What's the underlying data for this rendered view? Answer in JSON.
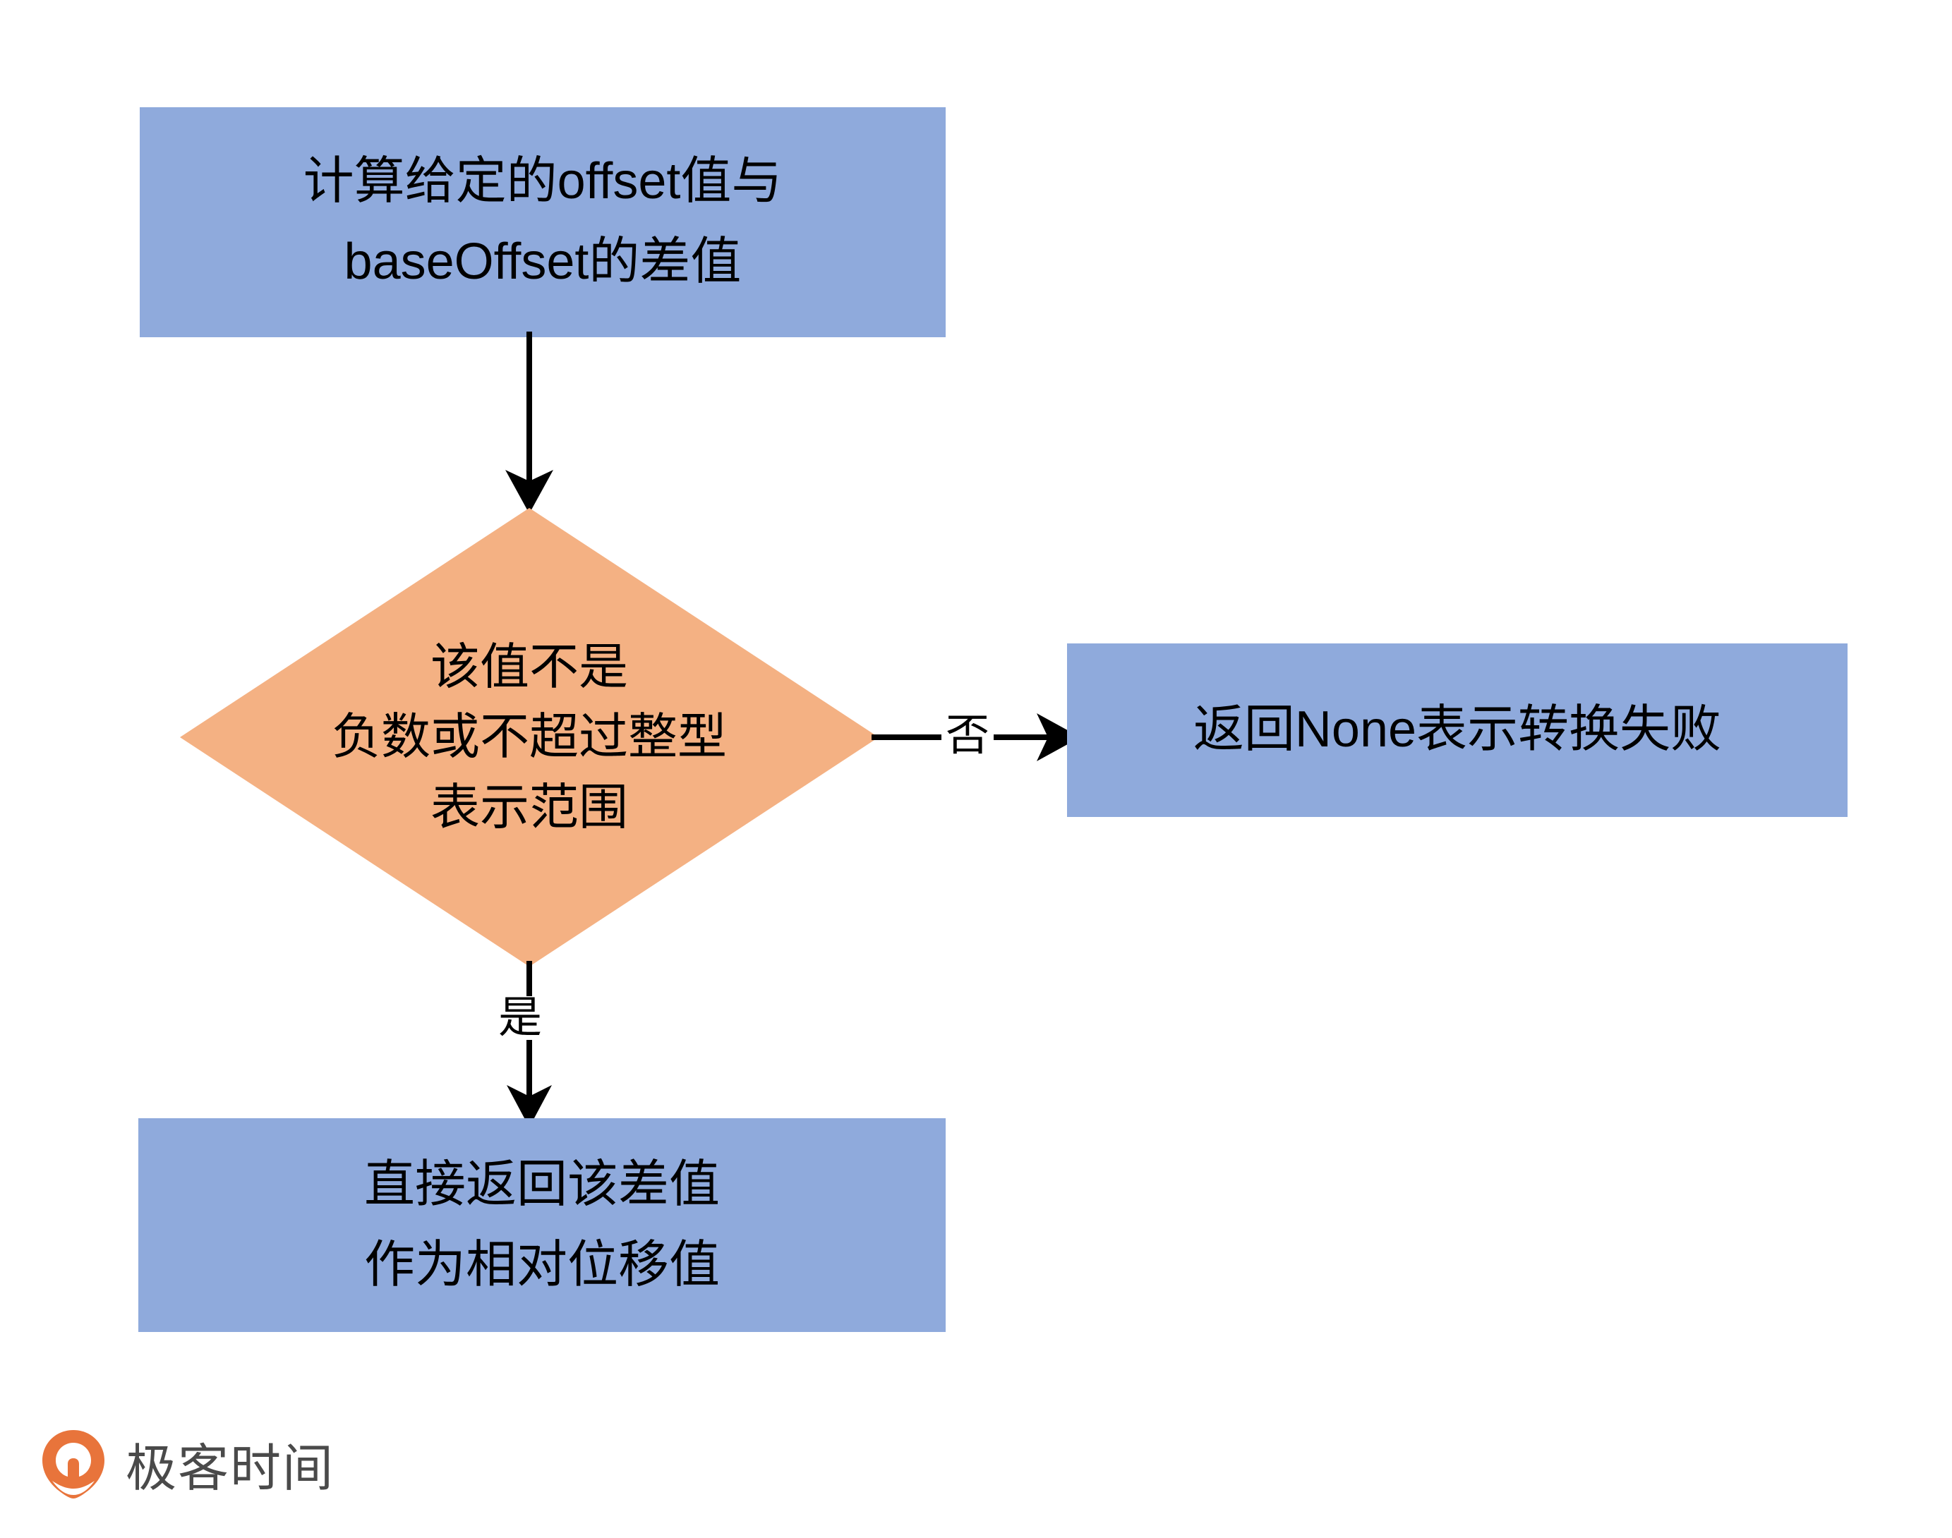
{
  "diagram": {
    "type": "flowchart",
    "title": "Kafka offset to relative position conversion flow",
    "colors": {
      "process_fill": "#8FAADC",
      "decision_fill": "#F4B183",
      "connector": "#000000",
      "text": "#000000",
      "background": "#FFFFFF",
      "brand_orange": "#E8743B",
      "brand_text": "#4A4A4A"
    },
    "nodes": {
      "calc_diff": {
        "shape": "process",
        "lines": [
          "计算给定的offset值与",
          "baseOffset的差值"
        ]
      },
      "decision": {
        "shape": "decision",
        "lines": [
          "该值不是",
          "负数或不超过整型",
          "表示范围"
        ]
      },
      "return_none": {
        "shape": "process",
        "lines": [
          "返回None表示转换失败"
        ]
      },
      "return_diff": {
        "shape": "process",
        "lines": [
          "直接返回该差值",
          "作为相对位移值"
        ]
      }
    },
    "edges": {
      "calc_to_decision": {
        "label": ""
      },
      "decision_to_none": {
        "label": "否"
      },
      "decision_to_diff": {
        "label": "是"
      }
    }
  },
  "brand": {
    "name": "极客时间",
    "mark": "geektime-logo-icon"
  }
}
